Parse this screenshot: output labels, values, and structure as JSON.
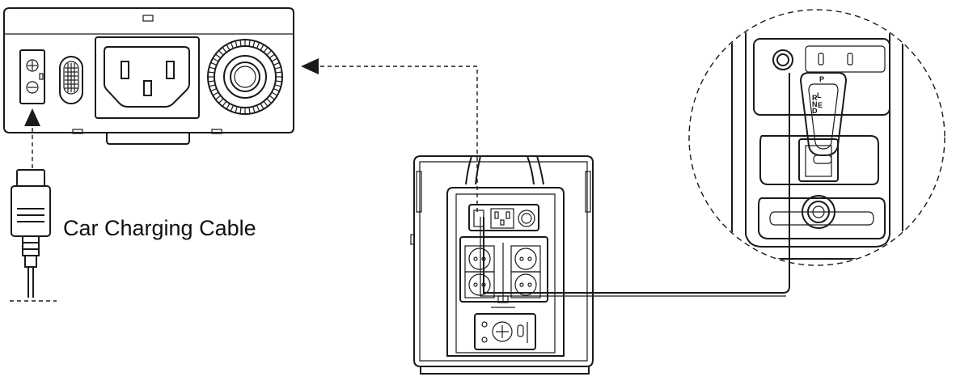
{
  "labels": {
    "cable_name": "Car Charging Cable"
  },
  "gear_indicator": {
    "park": "P",
    "shift_letters": [
      "R",
      "L",
      "N",
      "D",
      "E"
    ]
  },
  "colors": {
    "line": "#1a1a1a",
    "background": "#ffffff"
  },
  "icons": [
    "arrow-up-icon",
    "arrow-left-icon",
    "car-socket-icon",
    "ac-outlet-icon",
    "dc-port-icon",
    "schuko-outlet-icon"
  ]
}
